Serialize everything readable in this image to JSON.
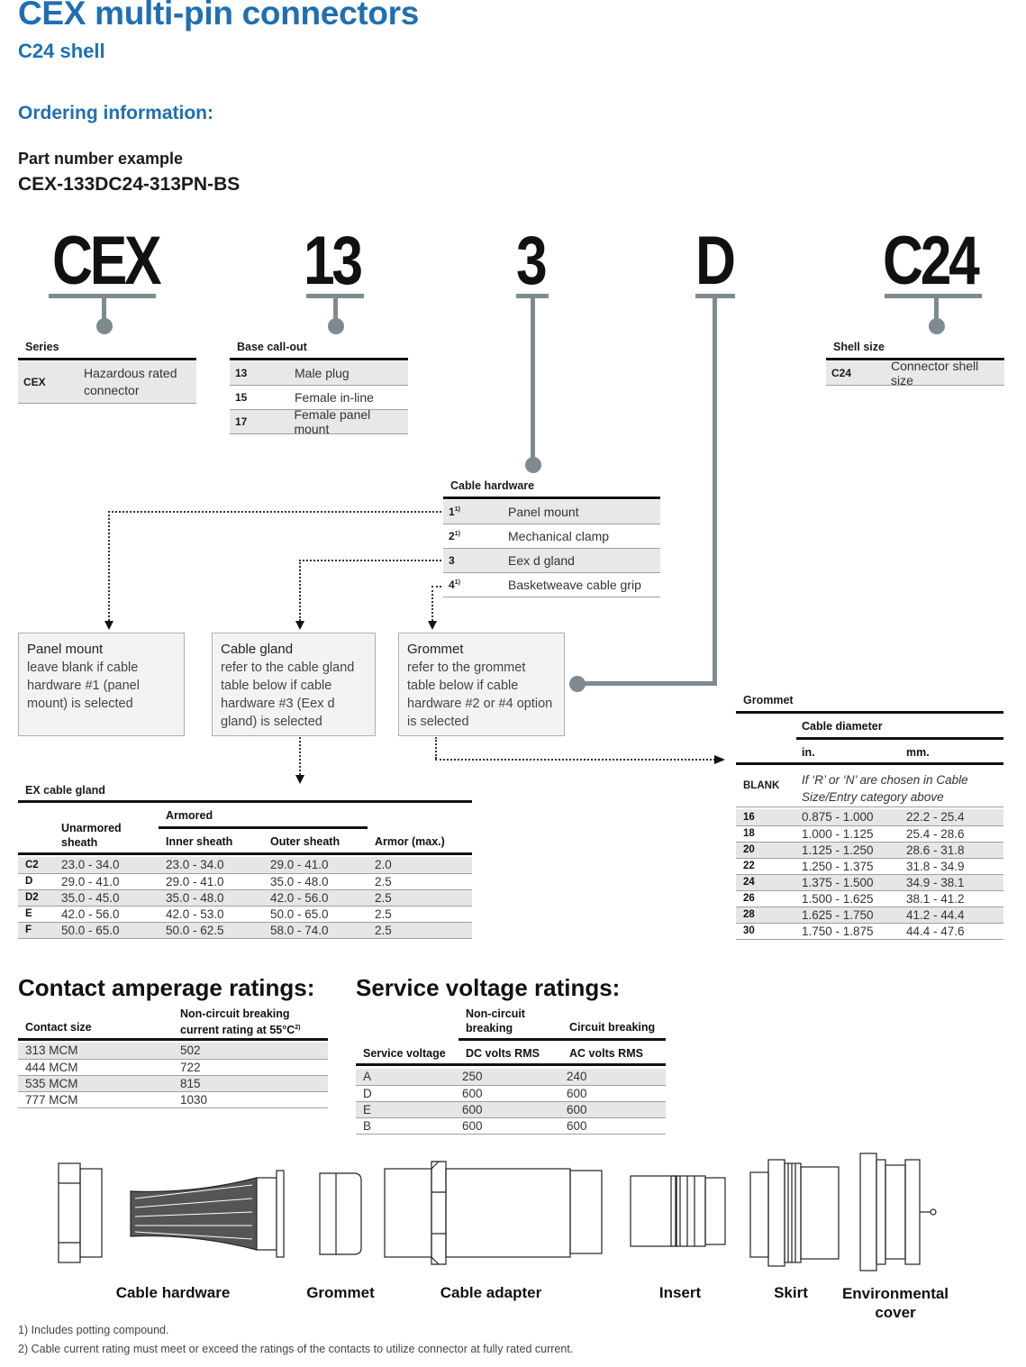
{
  "header": {
    "title": "CEX multi-pin connectors",
    "subtitle": "C24 shell",
    "ordering": "Ordering information:",
    "pn_label": "Part number example",
    "pn_example": "CEX-133DC24-313PN-BS"
  },
  "codes": {
    "series": "CEX",
    "base": "13",
    "hardware": "3",
    "d": "D",
    "shell": "C24"
  },
  "series_table": {
    "title": "Series",
    "rows": [
      {
        "k": "CEX",
        "v": "Hazardous rated connector"
      }
    ]
  },
  "base_table": {
    "title": "Base call-out",
    "rows": [
      {
        "k": "13",
        "v": "Male plug"
      },
      {
        "k": "15",
        "v": "Female in-line"
      },
      {
        "k": "17",
        "v": "Female panel mount"
      }
    ]
  },
  "shell_table": {
    "title": "Shell size",
    "rows": [
      {
        "k": "C24",
        "v": "Connector shell size"
      }
    ]
  },
  "hardware_table": {
    "title": "Cable hardware",
    "rows": [
      {
        "k": "1",
        "sup": "1)",
        "v": "Panel mount"
      },
      {
        "k": "2",
        "sup": "1)",
        "v": "Mechanical clamp"
      },
      {
        "k": "3",
        "sup": "",
        "v": "Eex d gland"
      },
      {
        "k": "4",
        "sup": "1)",
        "v": "Basketweave cable grip"
      }
    ]
  },
  "boxes": {
    "panel": {
      "title": "Panel mount",
      "text": "leave blank if cable hardware #1 (panel mount) is selected"
    },
    "gland": {
      "title": "Cable gland",
      "text": "refer to the cable gland table below if cable hardware #3 (Eex d gland) is selected"
    },
    "grommet": {
      "title": "Grommet",
      "text": "refer to the grommet table below if cable hardware #2 or #4 option is selected"
    }
  },
  "grommet_table": {
    "title": "Grommet",
    "diameter": "Cable diameter",
    "col_in": "in.",
    "col_mm": "mm.",
    "blank_key": "BLANK",
    "blank_text": "If ‘R’ or ‘N’ are chosen in Cable Size/Entry category above",
    "rows": [
      {
        "k": "16",
        "in": "0.875 - 1.000",
        "mm": "22.2 - 25.4"
      },
      {
        "k": "18",
        "in": "1.000 - 1.125",
        "mm": "25.4 - 28.6"
      },
      {
        "k": "20",
        "in": "1.125 - 1.250",
        "mm": "28.6 - 31.8"
      },
      {
        "k": "22",
        "in": "1.250 - 1.375",
        "mm": "31.8 - 34.9"
      },
      {
        "k": "24",
        "in": "1.375 - 1.500",
        "mm": "34.9 - 38.1"
      },
      {
        "k": "26",
        "in": "1.500 - 1.625",
        "mm": "38.1 - 41.2"
      },
      {
        "k": "28",
        "in": "1.625 - 1.750",
        "mm": "41.2 - 44.4"
      },
      {
        "k": "30",
        "in": "1.750 - 1.875",
        "mm": "44.4 - 47.6"
      }
    ]
  },
  "gland_table": {
    "title": "EX cable gland",
    "armored": "Armored",
    "col_unarmored": "Unarmored sheath",
    "col_inner": "Inner sheath",
    "col_outer": "Outer sheath",
    "col_armor": "Armor (max.)",
    "rows": [
      {
        "k": "C2",
        "un": "23.0 - 34.0",
        "inner": "23.0 - 34.0",
        "outer": "29.0 - 41.0",
        "armor": "2.0"
      },
      {
        "k": "D",
        "un": "29.0 - 41.0",
        "inner": "29.0 - 41.0",
        "outer": "35.0 - 48.0",
        "armor": "2.5"
      },
      {
        "k": "D2",
        "un": "35.0 - 45.0",
        "inner": "35.0 - 48.0",
        "outer": "42.0 - 56.0",
        "armor": "2.5"
      },
      {
        "k": "E",
        "un": "42.0 - 56.0",
        "inner": "42.0 - 53.0",
        "outer": "50.0 - 65.0",
        "armor": "2.5"
      },
      {
        "k": "F",
        "un": "50.0 - 65.0",
        "inner": "50.0 - 62.5",
        "outer": "58.0 - 74.0",
        "armor": "2.5"
      }
    ]
  },
  "amperage": {
    "heading": "Contact amperage ratings:",
    "col_size": "Contact size",
    "col_current": "Non-circuit breaking current rating at 55°C",
    "col_current_sup": "2)",
    "rows": [
      {
        "size": "313 MCM",
        "val": "502"
      },
      {
        "size": "444 MCM",
        "val": "722"
      },
      {
        "size": "535 MCM",
        "val": "815"
      },
      {
        "size": "777 MCM",
        "val": "1030"
      }
    ]
  },
  "voltage": {
    "heading": "Service voltage ratings:",
    "col_noncb": "Non-circuit breaking",
    "col_cb": "Circuit breaking",
    "col_service": "Service voltage",
    "col_dc": "DC volts RMS",
    "col_ac": "AC volts RMS",
    "rows": [
      {
        "k": "A",
        "dc": "250",
        "ac": "240"
      },
      {
        "k": "D",
        "dc": "600",
        "ac": "600"
      },
      {
        "k": "E",
        "dc": "600",
        "ac": "600"
      },
      {
        "k": "B",
        "dc": "600",
        "ac": "600"
      }
    ]
  },
  "parts": {
    "cable_hardware": "Cable hardware",
    "grommet": "Grommet",
    "cable_adapter": "Cable adapter",
    "insert": "Insert",
    "skirt": "Skirt",
    "env_cover": "Environmental cover"
  },
  "footnotes": {
    "n1": "1) Includes potting compound.",
    "n2": "2) Cable current rating must meet or exceed the ratings of the contacts to utilize connector at fully rated current."
  }
}
